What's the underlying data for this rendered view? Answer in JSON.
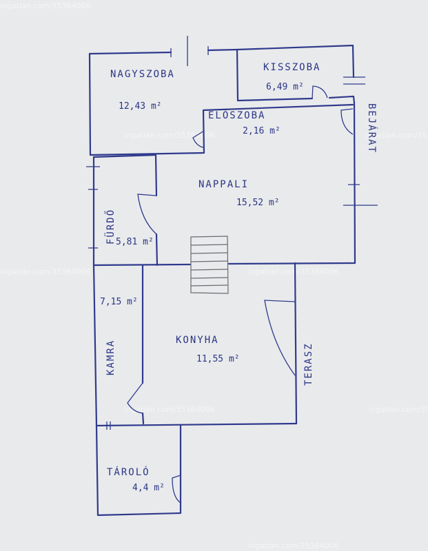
{
  "rooms": {
    "nagyszoba": {
      "name": "NAGYSZOBA",
      "area": "12,43 m²"
    },
    "kisszoba": {
      "name": "KISSZOBA",
      "area": "6,49 m²"
    },
    "eloszoba": {
      "name": "ELŐSZOBA",
      "area": "2,16 m²"
    },
    "bejarat": {
      "name": "BEJÁRAT"
    },
    "nappali": {
      "name": "NAPPALI",
      "area": "15,52 m²"
    },
    "furdo": {
      "name": "FÜRDŐ",
      "area": "5,81 m²"
    },
    "kamra": {
      "name": "KAMRA",
      "area": "7,15 m²"
    },
    "konyha": {
      "name": "KONYHA",
      "area": "11,55 m²"
    },
    "terasz": {
      "name": "TERASZ"
    },
    "tarolo": {
      "name": "TÁROLÓ",
      "area": "4,4 m²"
    }
  },
  "watermarks": [
    "ingatlan.com/35364006",
    "ingatlan.com/35364006",
    "ingatlan.com/35364006",
    "ingatlan.com/35364006",
    "ingatlan.com/35364006",
    "ingatlan.com/35364006",
    "ingatlan.com/35364006",
    "ingatlan.com/35364006"
  ],
  "colors": {
    "ink": "#2f3a8c",
    "pencil": "#6a6a72",
    "paper": "#e9eaec"
  }
}
